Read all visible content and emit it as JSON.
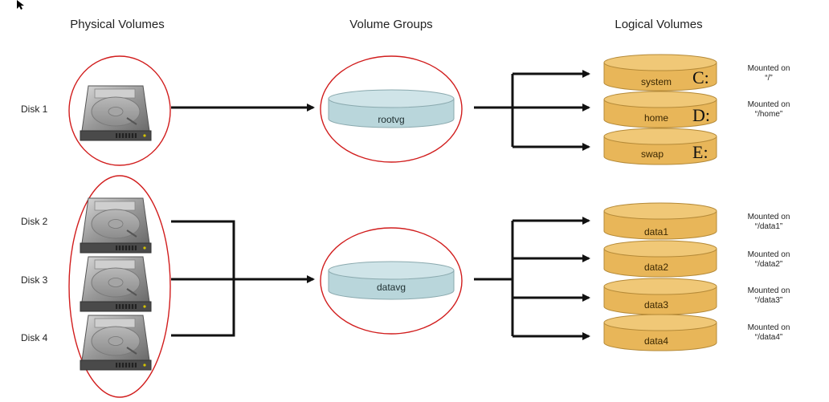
{
  "headers": {
    "physical": "Physical Volumes",
    "groups": "Volume Groups",
    "logical": "Logical Volumes"
  },
  "disks": [
    "Disk 1",
    "Disk 2",
    "Disk 3",
    "Disk 4"
  ],
  "volume_groups": [
    "rootvg",
    "datavg"
  ],
  "logical_volumes": [
    {
      "name": "system",
      "drive": "C:",
      "mount_line1": "Mounted on",
      "mount_line2": "“/”"
    },
    {
      "name": "home",
      "drive": "D:",
      "mount_line1": "Mounted on",
      "mount_line2": "“/home”"
    },
    {
      "name": "swap",
      "drive": "E:",
      "mount_line1": "",
      "mount_line2": ""
    },
    {
      "name": "data1",
      "drive": "",
      "mount_line1": "Mounted on",
      "mount_line2": "“/data1”"
    },
    {
      "name": "data2",
      "drive": "",
      "mount_line1": "Mounted on",
      "mount_line2": "“/data2”"
    },
    {
      "name": "data3",
      "drive": "",
      "mount_line1": "Mounted on",
      "mount_line2": "“/data3”"
    },
    {
      "name": "data4",
      "drive": "",
      "mount_line1": "Mounted on",
      "mount_line2": "“/data4”"
    }
  ],
  "colors": {
    "ring": "#d11d1d",
    "volume_group_fill": "#b9d6db",
    "logical_volume_fill": "#e8b659",
    "arrow": "#111111"
  },
  "icons": [
    "mouse-cursor-icon",
    "hard-drive-icon"
  ]
}
